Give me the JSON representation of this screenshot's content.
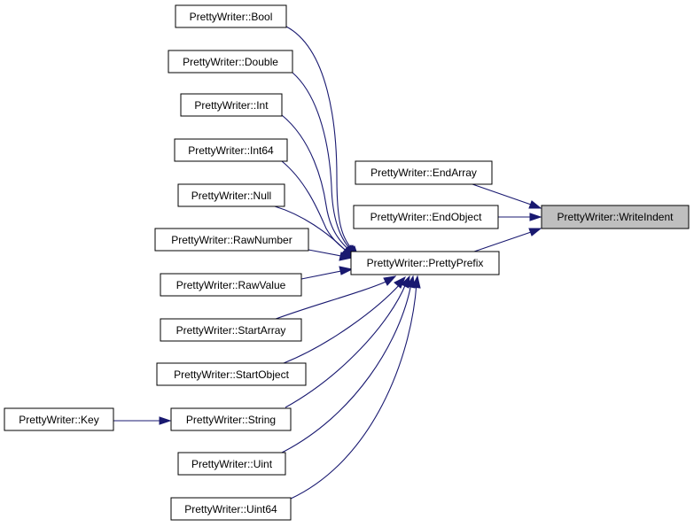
{
  "diagram": {
    "colors": {
      "edge": "#191970",
      "node_border": "#000000",
      "node_fill": "#ffffff",
      "current_fill": "#bfbfbf"
    },
    "nodes": {
      "bool": "PrettyWriter::Bool",
      "double": "PrettyWriter::Double",
      "int": "PrettyWriter::Int",
      "int64": "PrettyWriter::Int64",
      "null": "PrettyWriter::Null",
      "rawnumber": "PrettyWriter::RawNumber",
      "rawvalue": "PrettyWriter::RawValue",
      "startarray": "PrettyWriter::StartArray",
      "startobject": "PrettyWriter::StartObject",
      "string": "PrettyWriter::String",
      "uint": "PrettyWriter::Uint",
      "uint64": "PrettyWriter::Uint64",
      "key": "PrettyWriter::Key",
      "endarray": "PrettyWriter::EndArray",
      "endobject": "PrettyWriter::EndObject",
      "prettyprefix": "PrettyWriter::PrettyPrefix",
      "writeindent": "PrettyWriter::WriteIndent"
    },
    "edges": [
      [
        "bool",
        "prettyprefix"
      ],
      [
        "double",
        "prettyprefix"
      ],
      [
        "int",
        "prettyprefix"
      ],
      [
        "int64",
        "prettyprefix"
      ],
      [
        "null",
        "prettyprefix"
      ],
      [
        "rawnumber",
        "prettyprefix"
      ],
      [
        "rawvalue",
        "prettyprefix"
      ],
      [
        "startarray",
        "prettyprefix"
      ],
      [
        "startobject",
        "prettyprefix"
      ],
      [
        "string",
        "prettyprefix"
      ],
      [
        "uint",
        "prettyprefix"
      ],
      [
        "uint64",
        "prettyprefix"
      ],
      [
        "key",
        "string"
      ],
      [
        "endarray",
        "writeindent"
      ],
      [
        "endobject",
        "writeindent"
      ],
      [
        "prettyprefix",
        "writeindent"
      ]
    ],
    "current_node": "writeindent"
  }
}
